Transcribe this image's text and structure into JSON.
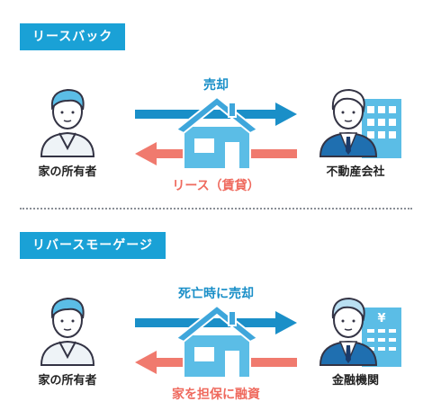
{
  "sections": [
    {
      "tag": "リースバック",
      "left_caption": "家の所有者",
      "right_caption": "不動産会社",
      "top_label": "売却",
      "bottom_label": "リース（賃貸）"
    },
    {
      "tag": "リバースモーゲージ",
      "left_caption": "家の所有者",
      "right_caption": "金融機関",
      "top_label": "死亡時に売却",
      "bottom_label": "家を担保に融資"
    }
  ],
  "colors": {
    "tag_bg": "#1aa1d6",
    "arrow_blue": "#1a8fc8",
    "arrow_red": "#f07a6e",
    "house": "#5bbde6"
  }
}
